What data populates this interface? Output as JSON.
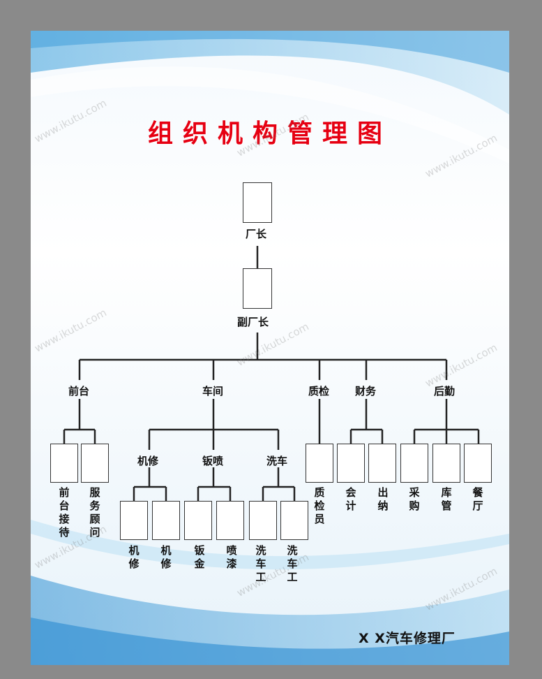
{
  "title": "组织机构管理图",
  "footer": "X X汽车修理厂",
  "watermark": "www.ikutu.com",
  "colors": {
    "title": "#e60012",
    "line": "#222222",
    "bg_blue": "#3fa3dc"
  },
  "nodes": {
    "director": "厂长",
    "deputy": "副厂长",
    "front": "前台",
    "workshop": "车间",
    "qc": "质检",
    "finance": "财务",
    "logistics": "后勤",
    "mech": "机修",
    "paint": "钣喷",
    "wash": "洗车",
    "reception": "前台接待",
    "advisor": "服务顾问",
    "mech1": "机修",
    "mech2": "机修",
    "sheet": "钣金",
    "spray": "喷漆",
    "wash1": "洗车工",
    "wash2": "洗车工",
    "inspector": "质检员",
    "accountant": "会计",
    "cashier": "出纳",
    "purchase": "采购",
    "storage": "库管",
    "canteen": "餐厅"
  }
}
